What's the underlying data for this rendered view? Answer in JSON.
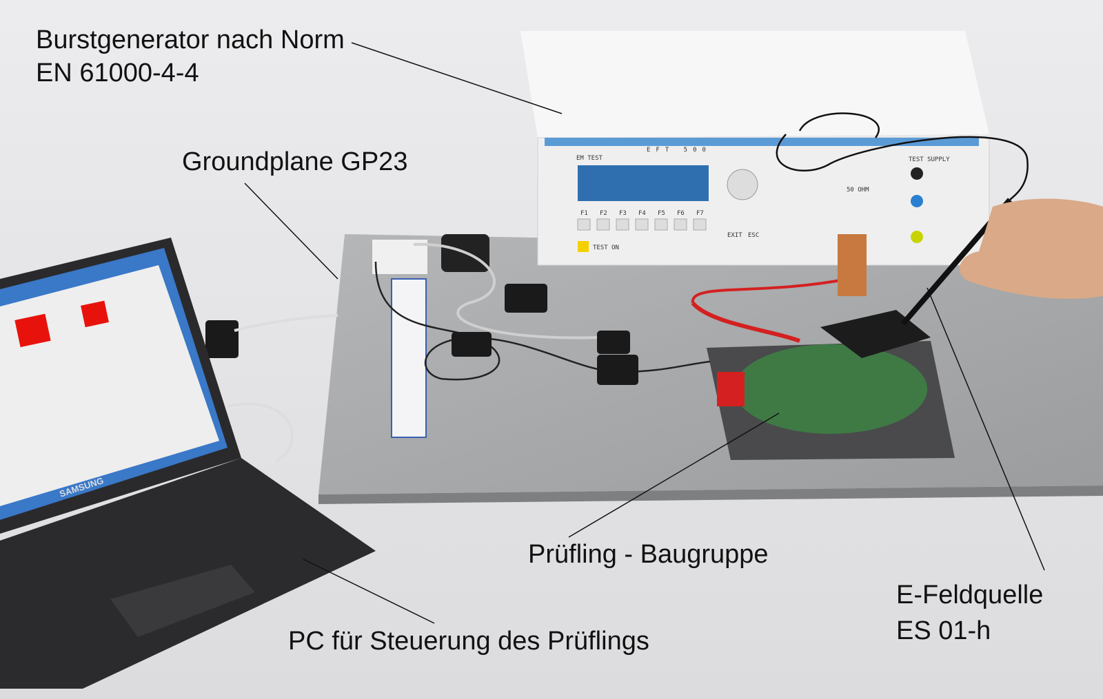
{
  "labels": {
    "generator": {
      "line1": "Burstgenerator nach Norm",
      "line2": "EN 61000-4-4"
    },
    "groundplane": "Groundplane GP23",
    "dut": "Prüfling - Baugruppe",
    "pc": "PC für Steuerung des Prüflings",
    "efield": {
      "line1": "E-Feldquelle",
      "line2": "ES 01-h"
    }
  },
  "device": {
    "brand": "EM TEST",
    "model": "EFT 500",
    "function_keys": [
      "F1",
      "F2",
      "F3",
      "F4",
      "F5",
      "F6",
      "F7"
    ],
    "exit_label": "EXIT",
    "esc_label": "ESC",
    "test_on_label": "TEST ON",
    "test_supply_label": "TEST SUPPLY",
    "ohm_label": "50 OHM"
  },
  "laptop": {
    "brand": "SAMSUNG"
  },
  "colors": {
    "background": "#e4e4e6",
    "device_stripe": "#5b9bd5",
    "lcd": "#2f6fb0",
    "pcb": "#3f7a45",
    "foam": "#4a4a4c",
    "plate": "#a7a9ab"
  }
}
